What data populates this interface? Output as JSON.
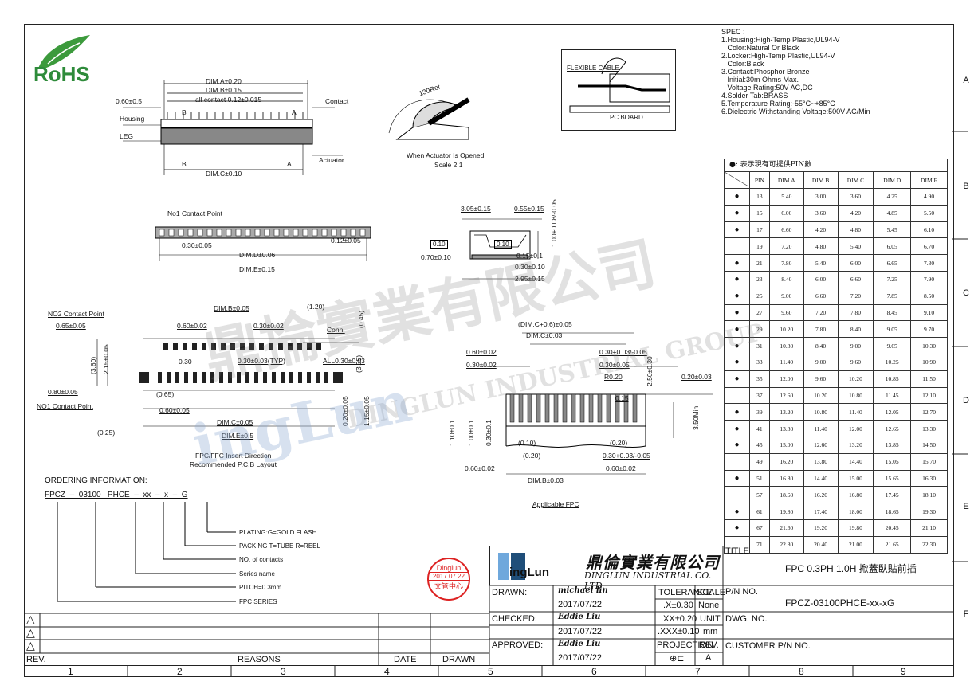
{
  "logo": {
    "rohs": "RoHS"
  },
  "dims_top": {
    "dim_a": "DIM.A±0.20",
    "dim_b": "DIM.B±0.15",
    "all_contact": "all contact 0.12±0.015",
    "pitch_side": "0.60±0.5",
    "contact": "Contact",
    "housing": "Housing",
    "leg": "LEG",
    "actuator": "Actuator",
    "dim_c": "DIM.C±0.10",
    "b": "B",
    "a": "A"
  },
  "actuator_view": {
    "angle": "130Ref",
    "caption": "When Actuator Is Opened",
    "scale": "Scale 2:1"
  },
  "fpc_view": {
    "flexible_cable": "FLEXIBLE CABLE",
    "pc_board": "PC BOARD"
  },
  "spec": {
    "title": "SPEC :",
    "lines": [
      "1.Housing:High-Temp Plastic,UL94-V",
      "   Color:Natural Or Black",
      "2.Locker:High-Temp Plastic,UL94-V",
      "   Color:Black",
      "3.Contact:Phosphor Bronze",
      "   Initial:30m Ohms Max.",
      "   Voltage Rating:50V AC,DC",
      "4.Solder Tab:BRASS",
      "5.Temperature Rating:-55°C~+85°C",
      "6.Dielectric Withstanding Voltage:500V AC/Min"
    ]
  },
  "bottom_view": {
    "no1": "No1 Contact Point",
    "d030": "0.30±0.05",
    "dim_d": "DIM.D±0.06",
    "dim_e": "DIM.E±0.15",
    "d012": "0.12±0.05"
  },
  "side_view": {
    "d305": "3.05±0.15",
    "d055": "0.55±0.15",
    "tol1": "0.10",
    "tol2": "0.10",
    "d070": "0.70±0.10",
    "d015": "0.15±0.1",
    "d030": "0.30±0.10",
    "d295": "2.95±0.15",
    "d100": "1.00+0.08/-0.05"
  },
  "pcb_layout": {
    "no2": "NO2 Contact Point",
    "dim_b": "DIM.B±0.05",
    "d120": "(1.20)",
    "d065": "0.65±0.05",
    "d060": "0.60±0.02",
    "d030": "0.30±0.02",
    "conn": "Conn.",
    "d045": "(0.45)",
    "d360": "(3.60)",
    "d215": "2.15±0.05",
    "d030b": "0.30",
    "typ": "0.30±0.03(TYP)",
    "all": "ALL0.30±0.03",
    "d335": "(3.35)",
    "d080": "0.80±0.05",
    "no1": "NO1 Contact Point",
    "d065b": "(0.65)",
    "d060b": "0.60±0.05",
    "dim_c": "DIM.C±0.05",
    "d025": "(0.25)",
    "dim_e": "DIM.E±0.5",
    "d020": "0.20±0.05",
    "d115": "1.15±0.05",
    "cap1": "FPC/FFC Insert Direction",
    "cap2": "Recommended P.C.B Layout"
  },
  "fpc_spec": {
    "dimc06": "(DIM.C+0.6)±0.05",
    "dimc": "DIM.C±0.03",
    "d060": "0.60±0.02",
    "d030": "0.30±0.02",
    "d030p": "0.30+0.03/-0.05",
    "d030b": "0.30±0.05",
    "r020": "R0.20",
    "d250": "2.50±0.30",
    "d020": "0.20±0.03",
    "d015": "0.15",
    "d350": "3.50Min.",
    "d110": "1.10±0.1",
    "d100": "1.00±0.1",
    "d030v": "0.30±0.1",
    "p010": "(0.10)",
    "p020": "(0.20)",
    "p020b": "(0.20)",
    "d030c": "0.30+0.03/-0.05",
    "d060b": "0.60±0.02",
    "d060c": "0.60±0.02",
    "dimb": "DIM.B±0.03",
    "caption": "Applicable FPC"
  },
  "pin_table": {
    "legend": "●: 表示現有可提供PIN數",
    "headers": [
      "PIN",
      "DIM.A",
      "DIM.B",
      "DIM.C",
      "DIM.D",
      "DIM.E"
    ],
    "rows": [
      {
        "dot": "●",
        "pin": "13",
        "a": "5.40",
        "b": "3.00",
        "c": "3.60",
        "d": "4.25",
        "e": "4.90"
      },
      {
        "dot": "●",
        "pin": "15",
        "a": "6.00",
        "b": "3.60",
        "c": "4.20",
        "d": "4.85",
        "e": "5.50"
      },
      {
        "dot": "●",
        "pin": "17",
        "a": "6.60",
        "b": "4.20",
        "c": "4.80",
        "d": "5.45",
        "e": "6.10"
      },
      {
        "dot": "",
        "pin": "19",
        "a": "7.20",
        "b": "4.80",
        "c": "5.40",
        "d": "6.05",
        "e": "6.70"
      },
      {
        "dot": "●",
        "pin": "21",
        "a": "7.80",
        "b": "5.40",
        "c": "6.00",
        "d": "6.65",
        "e": "7.30"
      },
      {
        "dot": "●",
        "pin": "23",
        "a": "8.40",
        "b": "6.00",
        "c": "6.60",
        "d": "7.25",
        "e": "7.90"
      },
      {
        "dot": "●",
        "pin": "25",
        "a": "9.00",
        "b": "6.60",
        "c": "7.20",
        "d": "7.85",
        "e": "8.50"
      },
      {
        "dot": "●",
        "pin": "27",
        "a": "9.60",
        "b": "7.20",
        "c": "7.80",
        "d": "8.45",
        "e": "9.10"
      },
      {
        "dot": "●",
        "pin": "29",
        "a": "10.20",
        "b": "7.80",
        "c": "8.40",
        "d": "9.05",
        "e": "9.70"
      },
      {
        "dot": "●",
        "pin": "31",
        "a": "10.80",
        "b": "8.40",
        "c": "9.00",
        "d": "9.65",
        "e": "10.30"
      },
      {
        "dot": "●",
        "pin": "33",
        "a": "11.40",
        "b": "9.00",
        "c": "9.60",
        "d": "10.25",
        "e": "10.90"
      },
      {
        "dot": "●",
        "pin": "35",
        "a": "12.00",
        "b": "9.60",
        "c": "10.20",
        "d": "10.85",
        "e": "11.50"
      },
      {
        "dot": "",
        "pin": "37",
        "a": "12.60",
        "b": "10.20",
        "c": "10.80",
        "d": "11.45",
        "e": "12.10"
      },
      {
        "dot": "●",
        "pin": "39",
        "a": "13.20",
        "b": "10.80",
        "c": "11.40",
        "d": "12.05",
        "e": "12.70"
      },
      {
        "dot": "●",
        "pin": "41",
        "a": "13.80",
        "b": "11.40",
        "c": "12.00",
        "d": "12.65",
        "e": "13.30"
      },
      {
        "dot": "●",
        "pin": "45",
        "a": "15.00",
        "b": "12.60",
        "c": "13.20",
        "d": "13.85",
        "e": "14.50"
      },
      {
        "dot": "",
        "pin": "49",
        "a": "16.20",
        "b": "13.80",
        "c": "14.40",
        "d": "15.05",
        "e": "15.70"
      },
      {
        "dot": "●",
        "pin": "51",
        "a": "16.80",
        "b": "14.40",
        "c": "15.00",
        "d": "15.65",
        "e": "16.30"
      },
      {
        "dot": "",
        "pin": "57",
        "a": "18.60",
        "b": "16.20",
        "c": "16.80",
        "d": "17.45",
        "e": "18.10"
      },
      {
        "dot": "●",
        "pin": "61",
        "a": "19.80",
        "b": "17.40",
        "c": "18.00",
        "d": "18.65",
        "e": "19.30"
      },
      {
        "dot": "●",
        "pin": "67",
        "a": "21.60",
        "b": "19.20",
        "c": "19.80",
        "d": "20.45",
        "e": "21.10"
      },
      {
        "dot": "",
        "pin": "71",
        "a": "22.80",
        "b": "20.40",
        "c": "21.00",
        "d": "21.65",
        "e": "22.30"
      }
    ]
  },
  "ordering": {
    "title": "ORDERING INFORMATION:",
    "code": "FPCZ  –  03100   PHCE  –  xx  –  x  –  G",
    "items": [
      "PLATING:G=GOLD FLASH",
      "PACKING T=TUBE R=REEL",
      "NO. of contacts",
      "Series name",
      "PITCH=0.3mm",
      "FPC SERIES"
    ]
  },
  "stamp": {
    "top": "Dinglun",
    "date": "2017.07.22",
    "bottom": "文管中心"
  },
  "company": {
    "logo_text": "ingLun",
    "cn_name": "鼎倫實業有限公司",
    "en_name": "DINGLUN INDUSTRIAL CO. LTD."
  },
  "title_block": {
    "drawn_label": "DRAWN:",
    "drawn_by": "michael lin",
    "drawn_date": "2017/07/22",
    "checked_label": "CHECKED:",
    "checked_by": "Eddie Liu",
    "checked_date": "2017/07/22",
    "approved_label": "APPROVED:",
    "approved_by": "Eddie Liu",
    "approved_date": "2017/07/22",
    "tolerance": "TOLERANCE",
    "scale": "SCALE",
    "tol1": ".X±0.30",
    "scale_val": "None",
    "tol2": ".XX±0.20",
    "unit": "UNIT",
    "tol3": ".XXX±0.10",
    "unit_val": "mm",
    "projection": "PROJECTION",
    "rev": "REV.",
    "proj_sym": "⊕⊏",
    "rev_val": "A",
    "title_label": "TITLE",
    "title": "FPC 0.3PH 1.0H 掀蓋臥貼前插",
    "pn_label": "P/N NO.",
    "pn": "FPCZ-03100PHCE-xx-xG",
    "dwg_label": "DWG. NO.",
    "customer_label": "CUSTOMER P/N NO."
  },
  "revision": {
    "rev": "REV.",
    "reasons": "REASONS",
    "date": "DATE",
    "drawn": "DRAWN"
  },
  "grid": {
    "cols": [
      "1",
      "2",
      "3",
      "4",
      "5",
      "6",
      "7",
      "8",
      "9"
    ],
    "rows": [
      "A",
      "B",
      "C",
      "D",
      "E",
      "F"
    ]
  },
  "watermark": {
    "cn": "鼎掄實業有限公司",
    "en": "DINGLUN INDUSTRIAL GROUP",
    "logo": "ingLun"
  }
}
